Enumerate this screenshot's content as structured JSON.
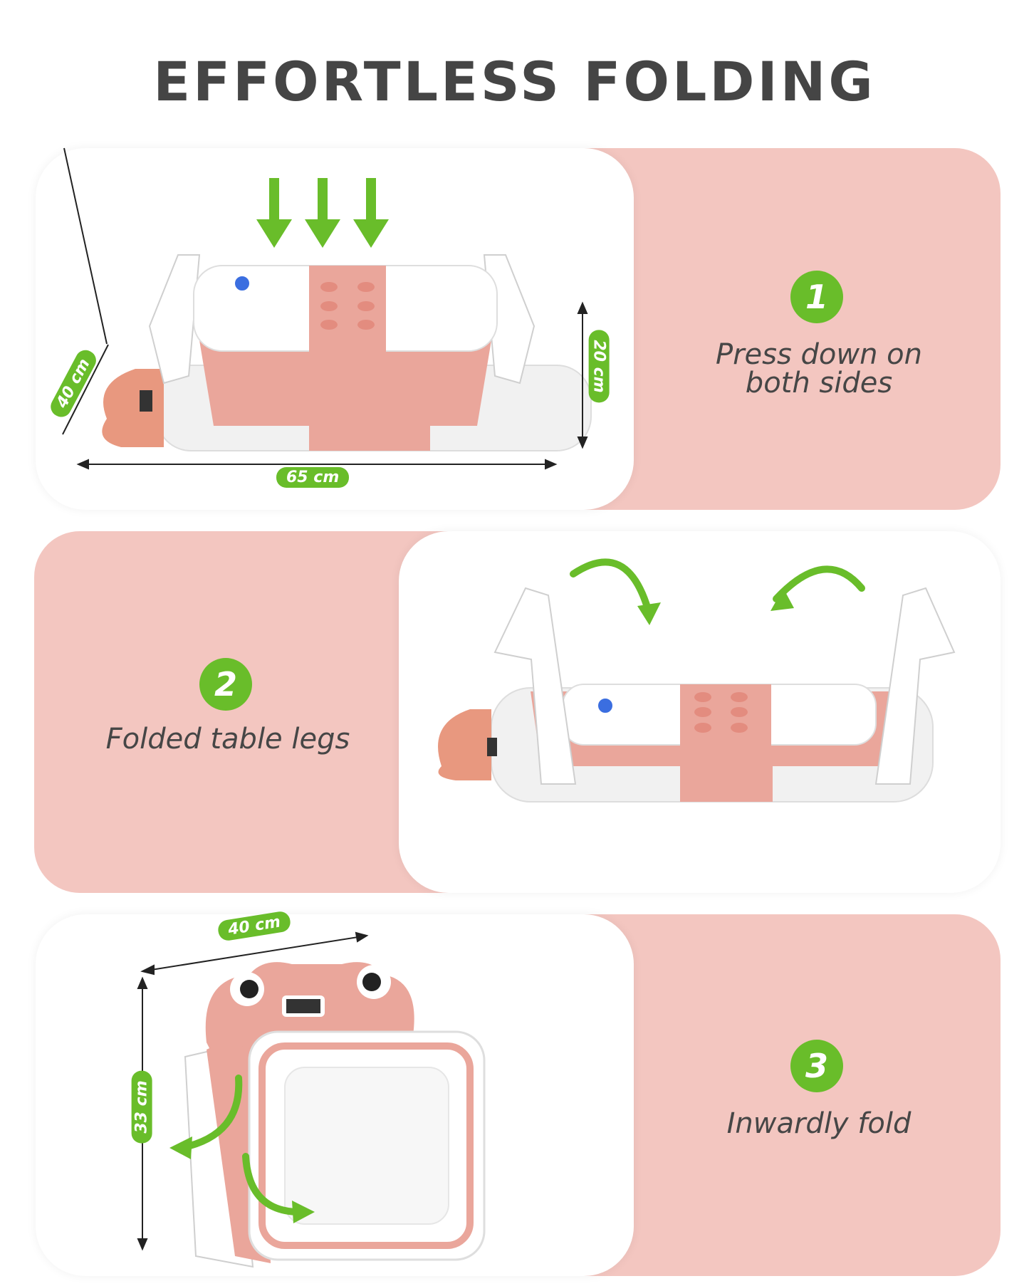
{
  "title": "EFFORTLESS FOLDING",
  "steps": [
    {
      "number": "1",
      "text_line1": "Press down on",
      "text_line2": "both sides"
    },
    {
      "number": "2",
      "text": "Folded table legs"
    },
    {
      "number": "3",
      "text": "Inwardly fold"
    }
  ],
  "dimensions": {
    "step1_depth": "40 cm",
    "step1_height": "20 cm",
    "step1_width": "65 cm",
    "step3_width": "40 cm",
    "step3_height": "33 cm"
  },
  "colors": {
    "panel_pink": "#f3c6c0",
    "accent_green": "#69bd2a",
    "text_gray": "#454545",
    "product_pink": "#eaa69b",
    "product_orange": "#e8987f"
  },
  "icons": [
    "down-arrow-icon",
    "curved-arrow-icon",
    "dimension-arrow-icon"
  ]
}
